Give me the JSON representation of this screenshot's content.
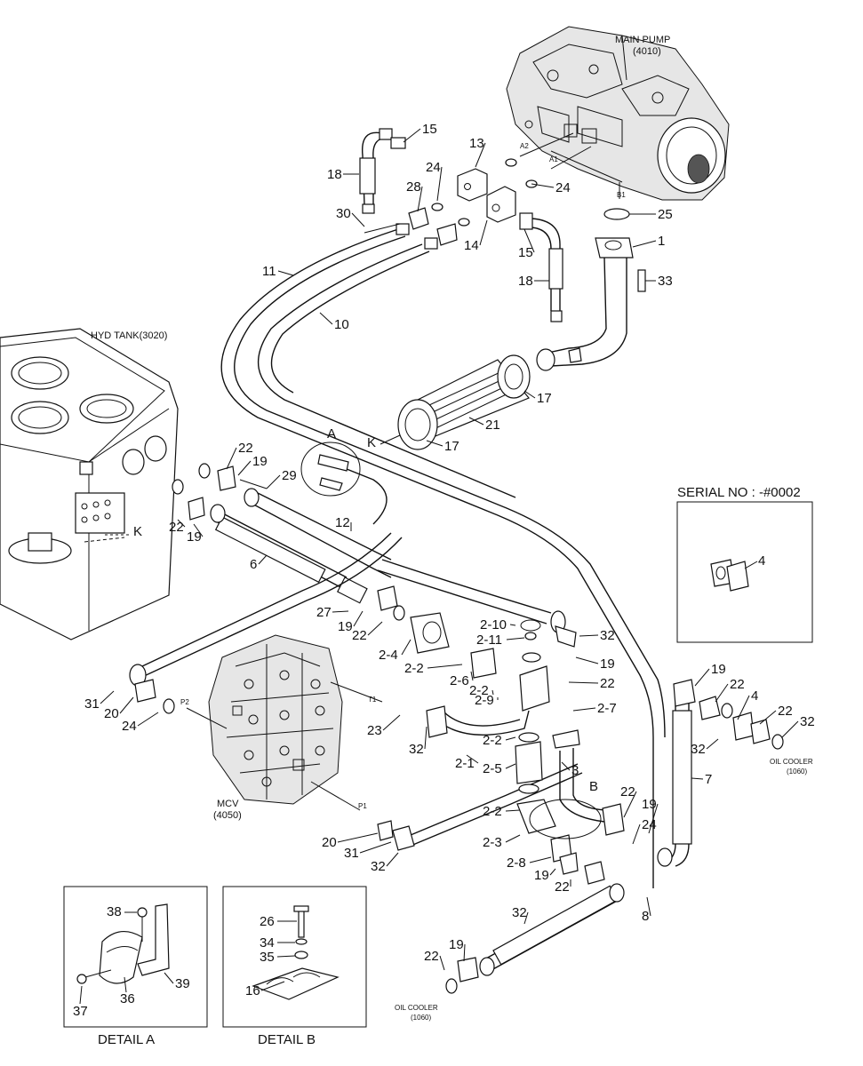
{
  "components": {
    "main_pump": {
      "name": "MAIN PUMP",
      "code": "(4010)"
    },
    "hyd_tank": {
      "name": "HYD TANK(3020)"
    },
    "mcv": {
      "name": "MCV",
      "code": "(4050)"
    },
    "oil_cooler_right": {
      "name": "OIL COOLER",
      "code": "(1060)"
    },
    "oil_cooler_bottom": {
      "name": "OIL COOLER",
      "code": "(1060)"
    }
  },
  "ports": {
    "a2": "A2",
    "a1": "A1",
    "b1": "B1",
    "p2": "P2",
    "t1": "T1",
    "p1": "P1"
  },
  "detail_refs": {
    "k_tank": "K",
    "k_filter": "K",
    "a": "A",
    "b": "B"
  },
  "serial_box": {
    "title": "SERIAL NO : -#0002",
    "part": "4"
  },
  "detail_a": {
    "caption": "DETAIL  A",
    "parts": [
      "38",
      "39",
      "36",
      "37"
    ]
  },
  "detail_b": {
    "caption": "DETAIL  B",
    "parts": [
      "26",
      "34",
      "35",
      "16"
    ]
  },
  "callouts": [
    "15",
    "13",
    "18",
    "24",
    "24",
    "28",
    "30",
    "14",
    "25",
    "1",
    "15",
    "18",
    "33",
    "11",
    "10",
    "17",
    "21",
    "17",
    "22",
    "19",
    "29",
    "22",
    "19",
    "12",
    "6",
    "27",
    "19",
    "22",
    "2-10",
    "2-11",
    "32",
    "2-4",
    "2-2",
    "2-6",
    "2-2",
    "19",
    "22",
    "2-9",
    "31",
    "20",
    "24",
    "23",
    "32",
    "2-1",
    "2-2",
    "2-5",
    "3",
    "2-7",
    "32",
    "19",
    "22",
    "4",
    "22",
    "32",
    "7",
    "2-2",
    "2-3",
    "2-8",
    "22",
    "19",
    "22",
    "19",
    "24",
    "20",
    "31",
    "32",
    "8",
    "32",
    "19",
    "22"
  ]
}
